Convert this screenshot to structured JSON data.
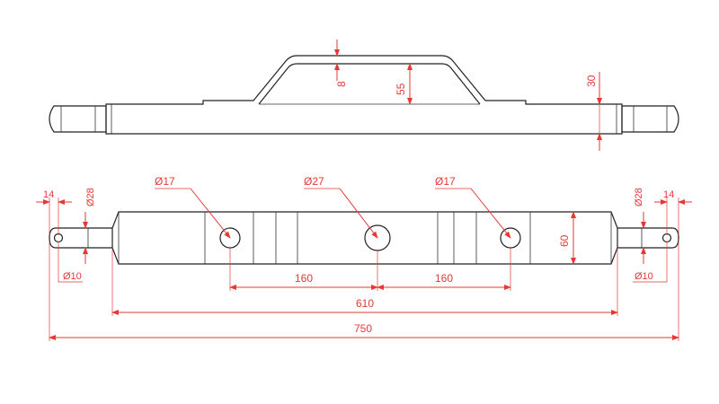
{
  "colors": {
    "dimension": "#e53935",
    "part_outline": "#222222",
    "background": "#ffffff"
  },
  "top_view": {
    "dim_height_arch_inner": "8",
    "dim_height_arch": "55",
    "dim_height_bar": "30"
  },
  "front_view": {
    "dim_left_pin_width": "14",
    "dim_left_pin_diameter": "Ø28",
    "dim_left_hole": "Ø10",
    "dim_hole_left": "Ø17",
    "dim_hole_center": "Ø27",
    "dim_hole_right": "Ø17",
    "dim_right_pin_diameter": "Ø28",
    "dim_right_pin_width": "14",
    "dim_right_hole": "Ø10",
    "dim_bar_height": "60",
    "dim_spacing_left": "160",
    "dim_spacing_right": "160",
    "dim_body_length": "610",
    "dim_total_length": "750"
  }
}
